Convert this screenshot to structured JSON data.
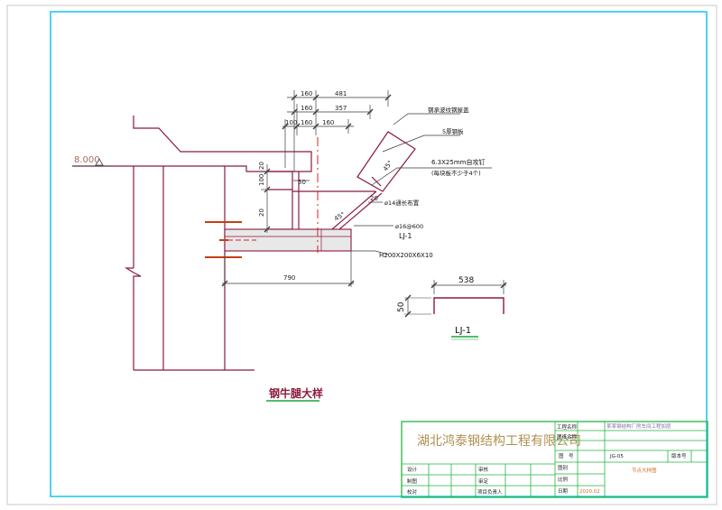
{
  "drawing": {
    "elevation": "8.000",
    "dimensions": {
      "top_160_a": "160",
      "top_481": "481",
      "top_160_b": "160",
      "top_357": "357",
      "top_100": "100",
      "top_160_c": "160",
      "top_160_d": "160",
      "left_20_top": "20",
      "left_100": "100",
      "left_20_bottom": "20",
      "small_50": "50",
      "angle_top": "45°",
      "weld_20": "20",
      "angle_lower": "45°",
      "bottom_790": "790"
    },
    "annotations": {
      "corrugated_board": "钢承波纹钢屋盖",
      "plate_5mm": "5厚钢板",
      "nail_spec": "6.3X25mm自攻钉",
      "nail_note": "(每块板不少于4个)",
      "rebar": "ø14通长布置",
      "spacing": "ø16@600",
      "lj_label": "LJ-1",
      "section": "H200X200X6X10"
    },
    "detail_lj": {
      "width": "538",
      "height": "50",
      "label": "LJ-1"
    },
    "title": "钢牛腿大样"
  },
  "title_block": {
    "company": "湖北鸿泰钢结构工程有限公司",
    "project_name_label": "工程名称",
    "project_name_value": "某某钢结构厂房车间工程加层",
    "drawing_name_label": "图纸名称",
    "drawing_no_label": "图　号",
    "drawing_no_value": "JG-05",
    "version_label": "版本号",
    "scale_label": "图别",
    "ratio_label": "比例",
    "date_label": "日期",
    "date_value": "2020.02",
    "stamp": "节点大样图",
    "design_label": "设计",
    "draw_label": "制图",
    "check_label": "校对",
    "review_label": "审核",
    "approve_label": "审定",
    "manager_label": "项目负责人"
  },
  "colors": {
    "frame": "#22c9ee",
    "steel": "#8b1a3c",
    "dim": "#3a3a3a",
    "anchor": "#c73d12",
    "centerline": "#d0202a",
    "company": "#b09050",
    "title_block": "#22b544",
    "underline": "#18a640"
  }
}
